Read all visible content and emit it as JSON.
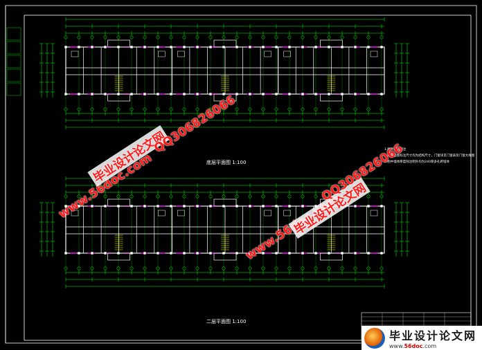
{
  "sheet": {
    "background": "#000000",
    "colors": {
      "wall": "#ffffff",
      "axis": "#00ff00",
      "dim": "#00ff00",
      "window": "#ff00ff",
      "stair": "#ffff00",
      "frame": "#ffffff"
    }
  },
  "plans": {
    "top_title": "底层平面图 1:100",
    "bottom_title": "二层平面图 1:100"
  },
  "notes": [
    "1.图例说明附注",
    "2.本平面图标注尺寸均为结构尺寸，门窗详见门窗表及门窗大样图",
    "3.图中墙体厚度除注明外均为240厚多孔砖墙体"
  ],
  "watermarks": {
    "site": "www.56doc.com",
    "qq": "QQ306826066",
    "brand": "毕业设计论文网"
  },
  "logo": {
    "brand": "毕业设计论文网",
    "url_prefix": "www.",
    "url_main": "56doc",
    "url_suffix": ".com"
  }
}
